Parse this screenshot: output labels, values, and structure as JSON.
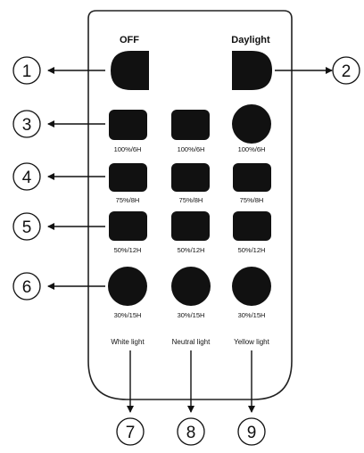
{
  "remote": {
    "top_labels": {
      "off": "OFF",
      "daylight": "Daylight"
    },
    "rows": [
      {
        "labels": [
          "100%/6H",
          "100%/6H",
          "100%/6H"
        ]
      },
      {
        "labels": [
          "75%/8H",
          "75%/8H",
          "75%/8H"
        ]
      },
      {
        "labels": [
          "50%/12H",
          "50%/12H",
          "50%/12H"
        ]
      },
      {
        "labels": [
          "30%/15H",
          "30%/15H",
          "30%/15H"
        ]
      }
    ],
    "column_labels": [
      "White light",
      "Neutral light",
      "Yellow light"
    ]
  },
  "callouts": [
    "1",
    "2",
    "3",
    "4",
    "5",
    "6",
    "7",
    "8",
    "9"
  ],
  "colors": {
    "button": "#111111",
    "outline": "#222222",
    "background": "#ffffff"
  }
}
